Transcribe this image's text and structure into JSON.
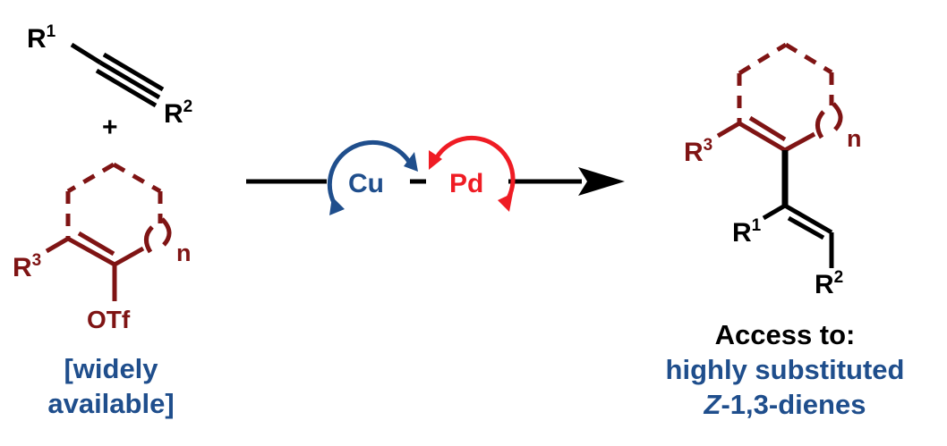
{
  "colors": {
    "ring": "#7f1414",
    "caption": "#1f4e8c",
    "cu_cycle": "#1f4e8c",
    "pd_cycle": "#ef1c24",
    "bond": "#000000"
  },
  "reactants": {
    "alkyne": {
      "r1": "R",
      "r1_sup": "1",
      "r2": "R",
      "r2_sup": "2"
    },
    "plus": "+",
    "triflate": {
      "r3": "R",
      "r3_sup": "3",
      "n": "n",
      "leaving_group": "OTf"
    },
    "caption_line1": "[widely",
    "caption_line2": "available]"
  },
  "catalysis": {
    "cu_label": "Cu",
    "pd_label": "Pd"
  },
  "product": {
    "r3": "R",
    "r3_sup": "3",
    "n": "n",
    "r1": "R",
    "r1_sup": "1",
    "r2": "R",
    "r2_sup": "2",
    "caption_heading": "Access to:",
    "caption_line1": "highly substituted",
    "caption_line2_italic": "Z",
    "caption_line2_rest": "-1,3-dienes"
  }
}
